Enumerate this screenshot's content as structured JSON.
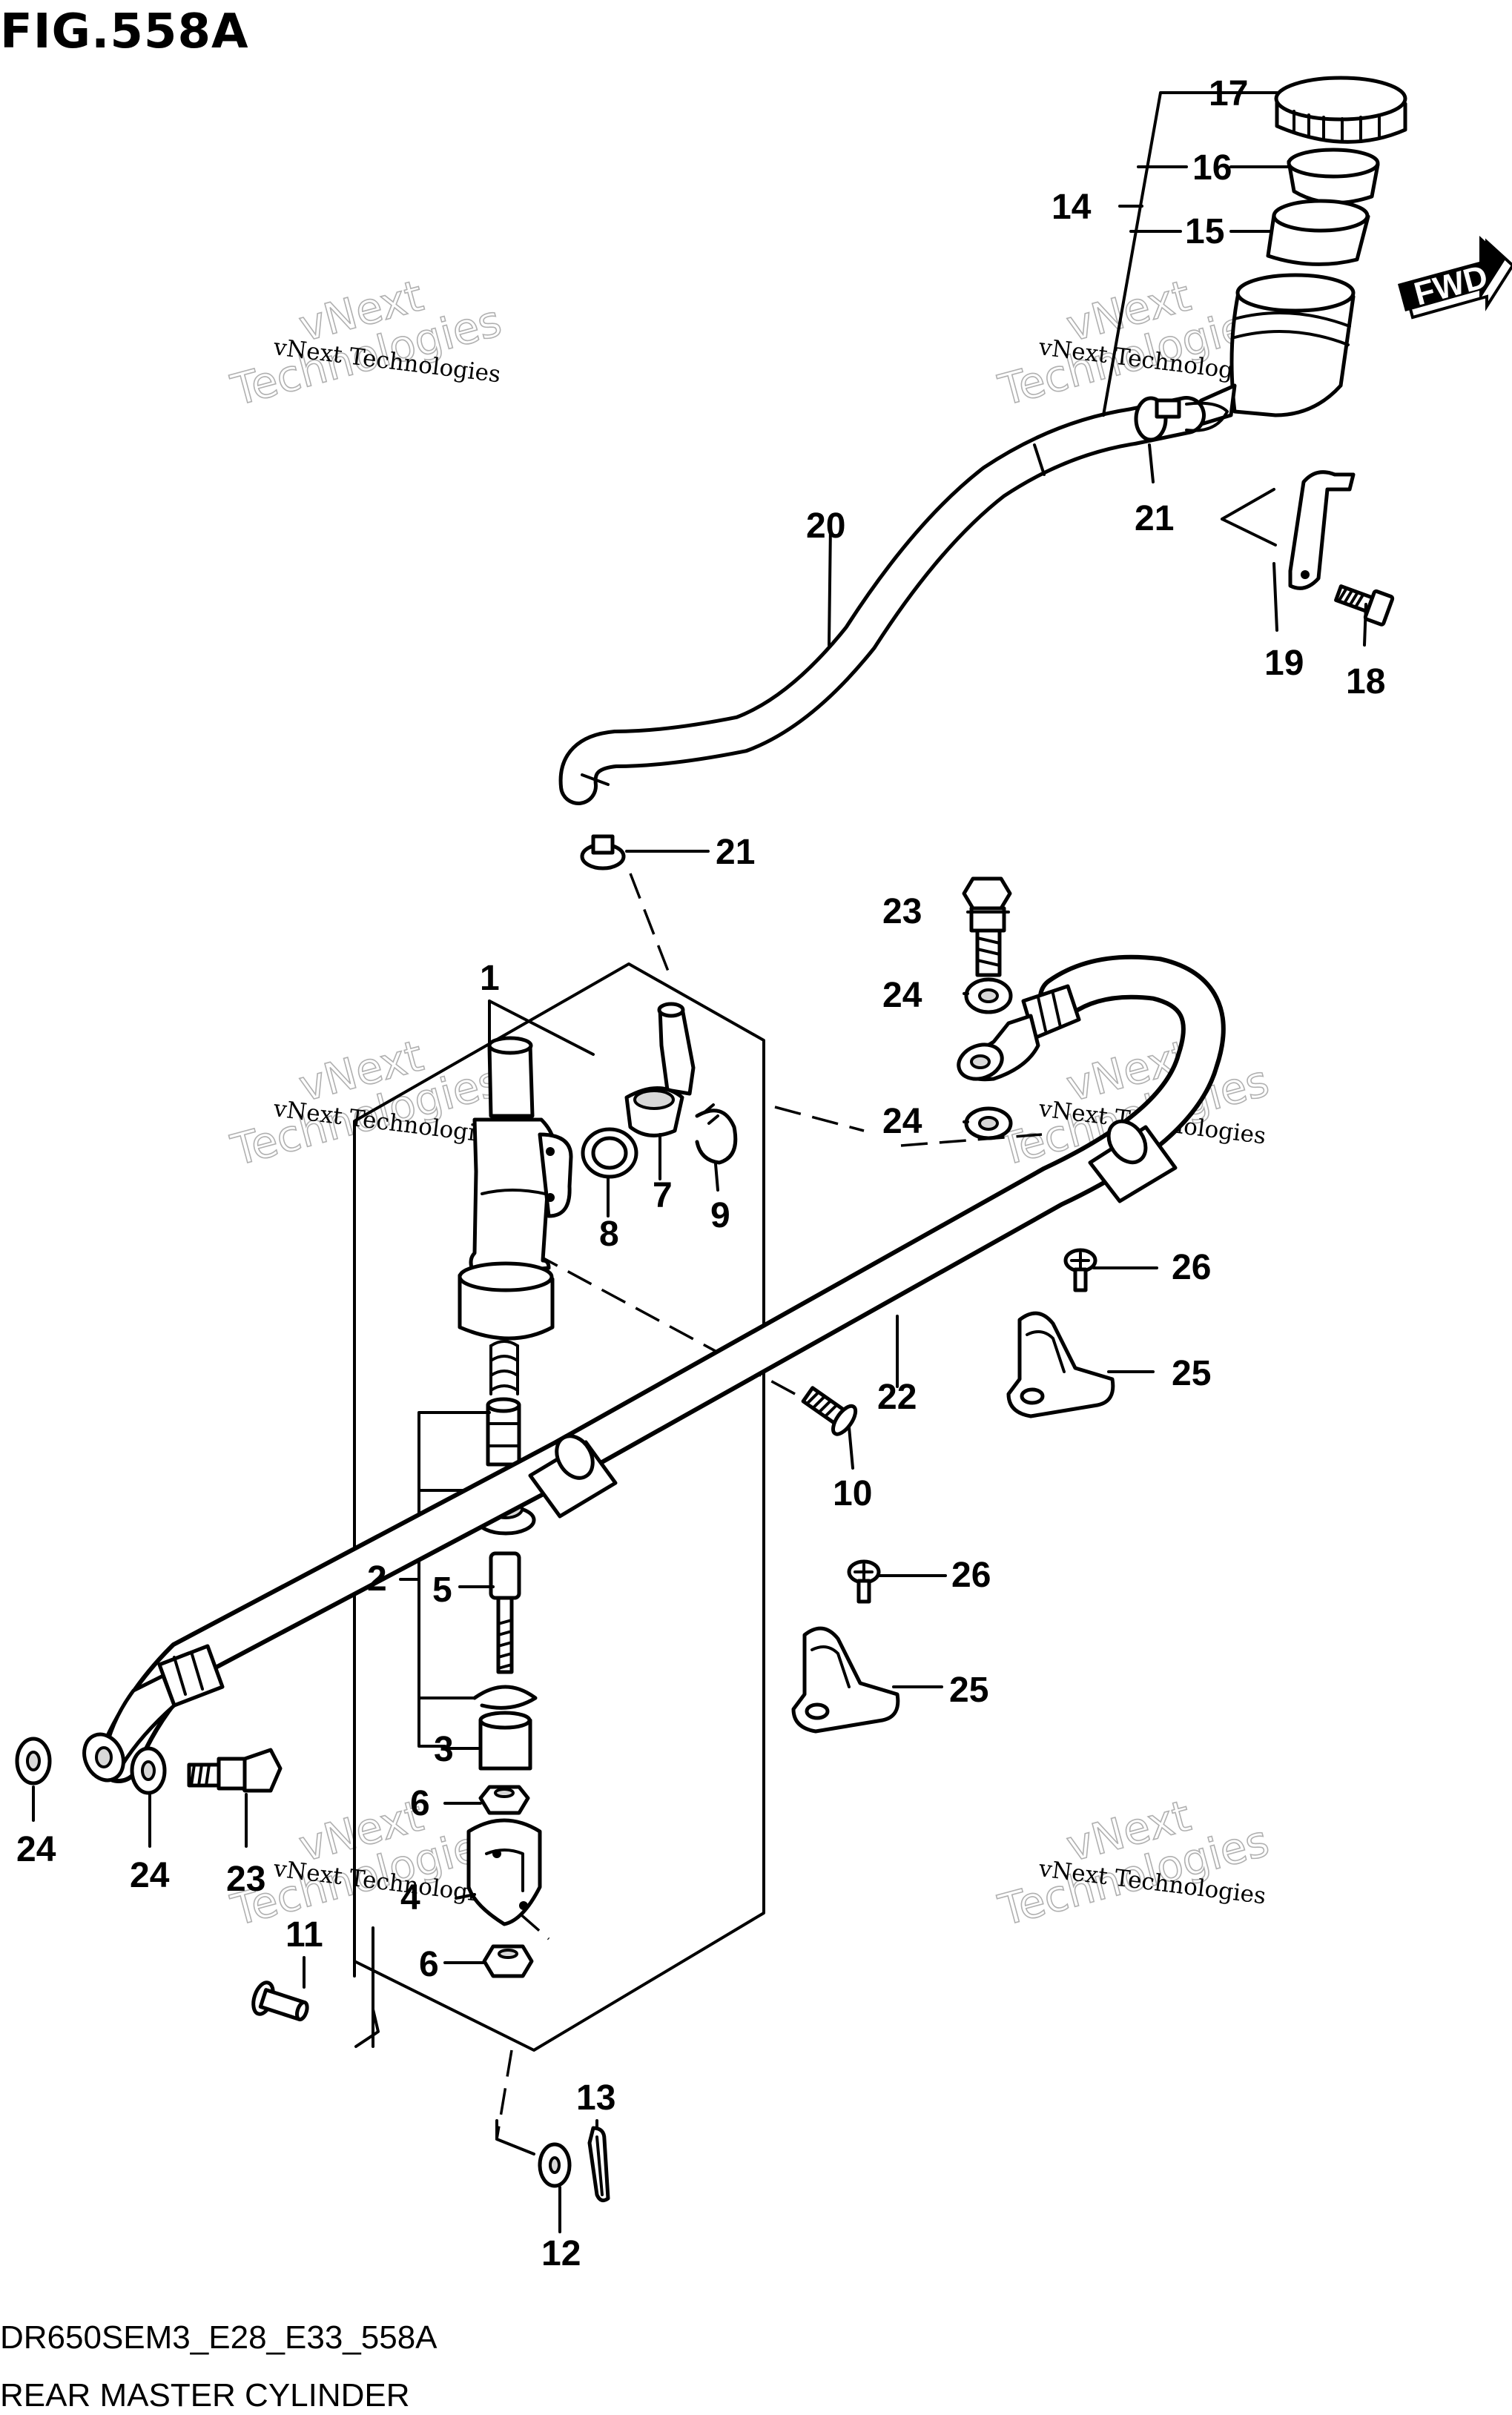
{
  "figure": {
    "title": "FIG.558A",
    "code": "DR650SEM3_E28_E33_558A",
    "caption": "REAR MASTER CYLINDER",
    "fwd_label": "FWD"
  },
  "watermark": {
    "line_small": "vNext Technologies",
    "line_big_1": "vNext",
    "line_big_2": "Technologies"
  },
  "callouts": {
    "c1": "1",
    "c2": "2",
    "c3": "3",
    "c4": "4",
    "c5": "5",
    "c6a": "6",
    "c6b": "6",
    "c7": "7",
    "c8": "8",
    "c9": "9",
    "c10": "10",
    "c11": "11",
    "c12": "12",
    "c13": "13",
    "c14": "14",
    "c15": "15",
    "c16": "16",
    "c17": "17",
    "c18": "18",
    "c19": "19",
    "c20": "20",
    "c21a": "21",
    "c21b": "21",
    "c22": "22",
    "c23a": "23",
    "c23b": "23",
    "c24a": "24",
    "c24b": "24",
    "c24c": "24",
    "c24d": "24",
    "c25a": "25",
    "c25b": "25",
    "c26a": "26",
    "c26b": "26"
  }
}
